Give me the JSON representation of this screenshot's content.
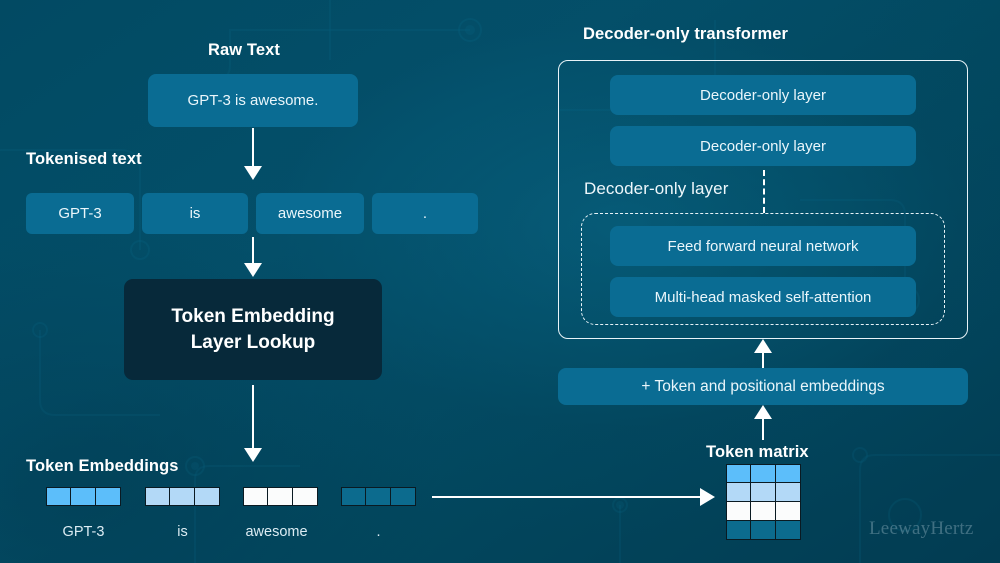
{
  "theme": {
    "bg_dark": "#02475e",
    "bg_light": "#096888",
    "chip_blue": "#0a6c93",
    "dark_box": "#07293a",
    "line_white": "#ffffff",
    "text_white": "#ffffff"
  },
  "left": {
    "raw_text_label": "Raw Text",
    "raw_text_value": "GPT-3 is awesome.",
    "tokenised_label": "Tokenised text",
    "tokens": [
      "GPT-3",
      "is",
      "awesome",
      "."
    ],
    "lookup_box": {
      "line1": "Token Embedding",
      "line2": "Layer Lookup"
    },
    "embeddings_label": "Token Embeddings",
    "embeddings": [
      {
        "token": "GPT-3",
        "color": "#5cbefa",
        "cells": 3
      },
      {
        "token": "is",
        "color": "#b3d9f7",
        "cells": 3
      },
      {
        "token": "awesome",
        "color": "#fbfcfc",
        "cells": 3
      },
      {
        "token": ".",
        "color": "#0c6b8e",
        "cells": 3
      }
    ]
  },
  "right": {
    "title": "Decoder-only transformer",
    "stacked_layers": [
      "Decoder-only layer",
      "Decoder-only layer"
    ],
    "expanded_layer_label": "Decoder-only layer",
    "expanded_layer_blocks": [
      "Feed forward neural network",
      "Multi-head masked self-attention"
    ],
    "embeddings_sum": "+ Token and positional embeddings",
    "token_matrix_label": "Token matrix",
    "token_matrix": {
      "rows": 4,
      "cols": 3,
      "row_colors": [
        "#5cbefa",
        "#b3d9f7",
        "#fbfcfc",
        "#0c6b8e"
      ]
    }
  },
  "watermark": "LeewayHertz",
  "icons": {
    "arrow_down": "arrow-down-icon",
    "arrow_up": "arrow-up-icon",
    "arrow_right": "arrow-right-icon",
    "vertical_ellipsis": "vertical-dotted-connector-icon"
  }
}
